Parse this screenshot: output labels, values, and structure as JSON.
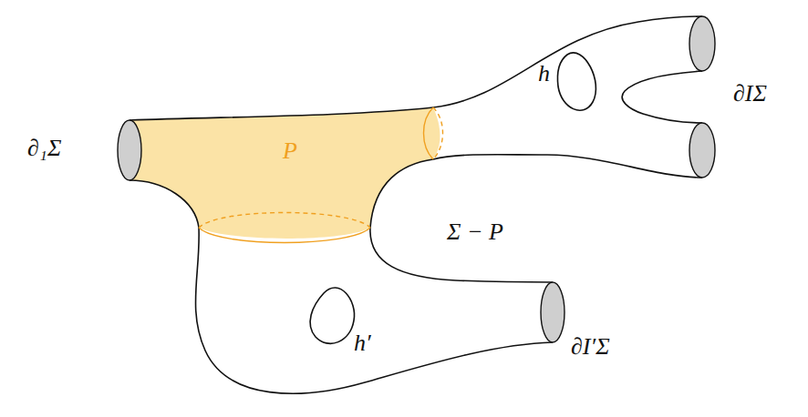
{
  "diagram": {
    "nodes": [
      {
        "text": [
          "P"
        ]
      }
    ],
    "labels": [
      "∂₁Σ",
      "h",
      "∂IΣ",
      "Σ − P",
      "h′",
      "∂I′Σ"
    ]
  }
}
